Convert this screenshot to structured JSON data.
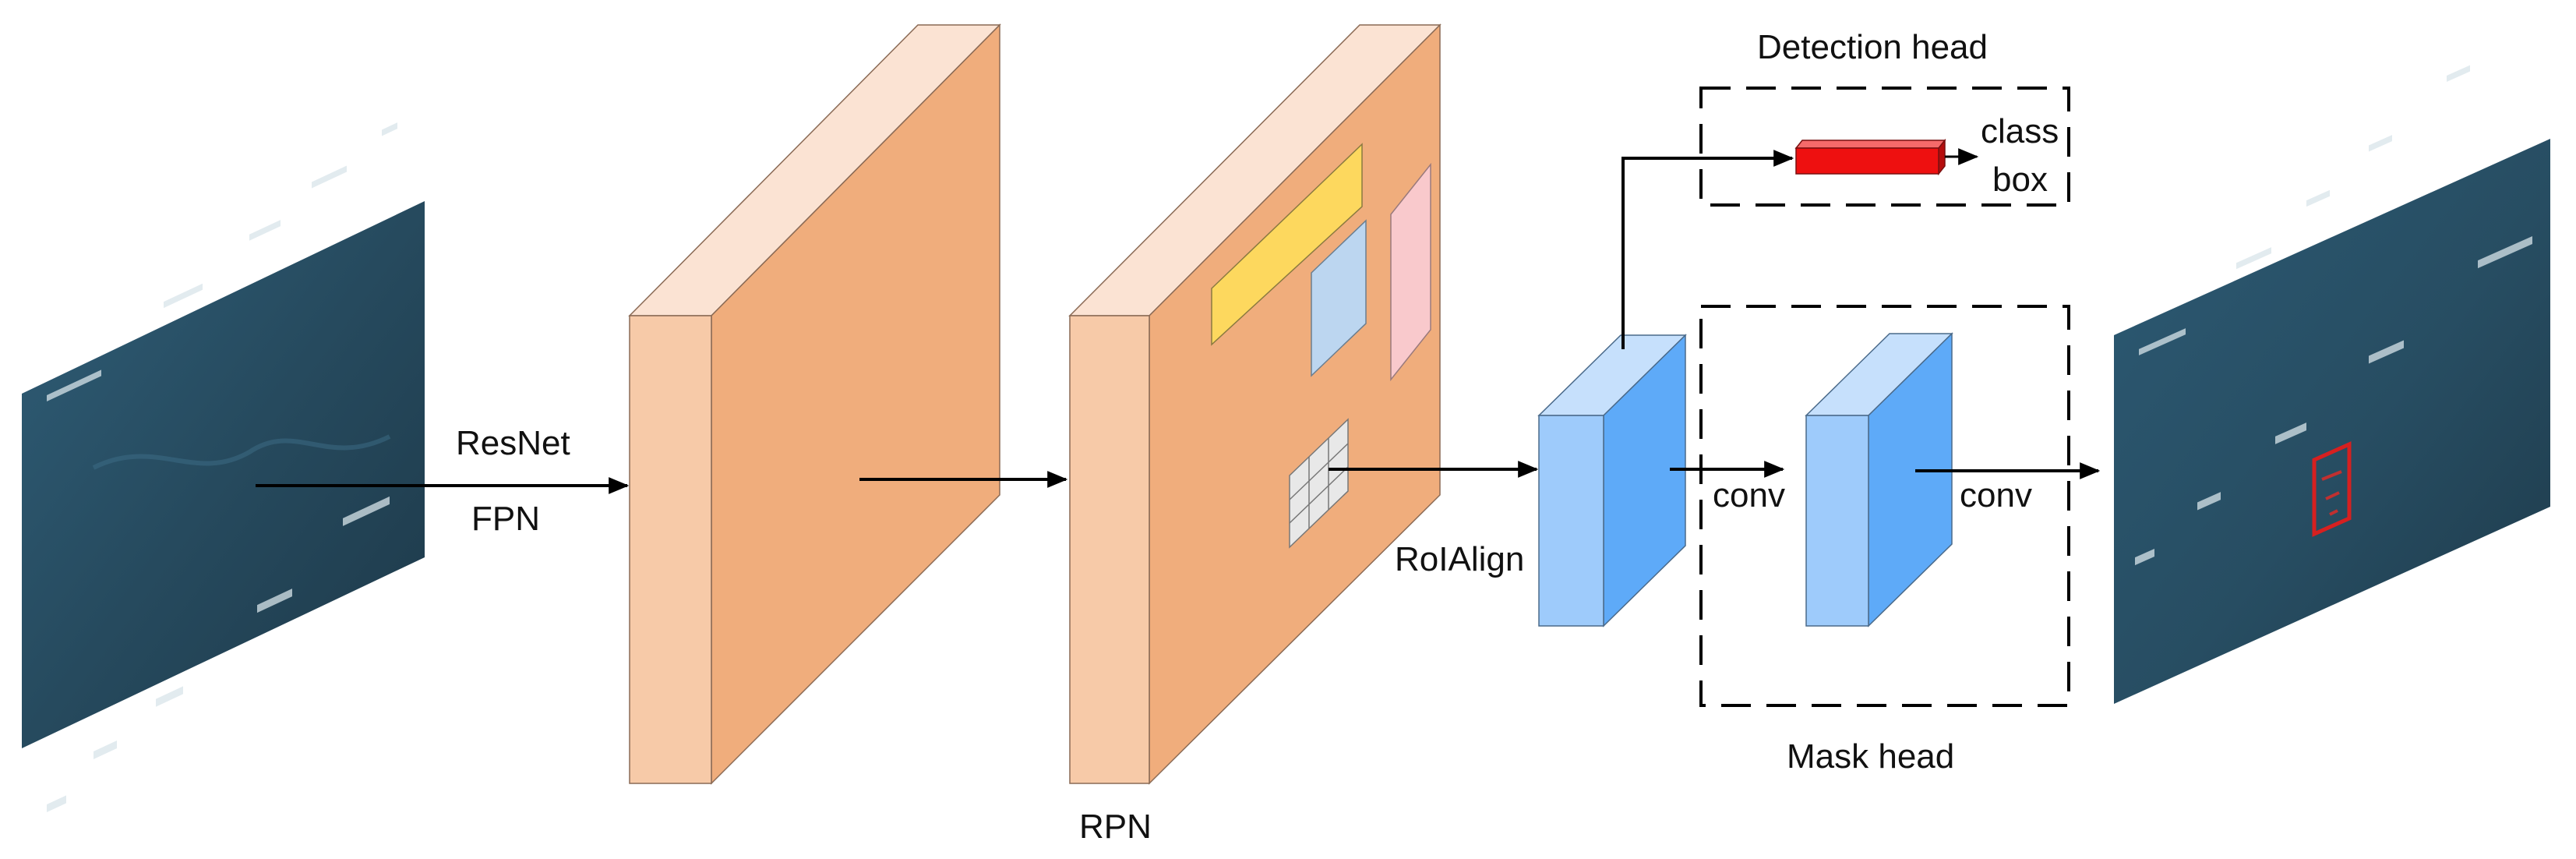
{
  "labels": {
    "resnet": "ResNet",
    "fpn": "FPN",
    "rpn": "RPN",
    "roialign": "RoIAlign",
    "conv1": "conv",
    "conv2": "conv",
    "detection_head": "Detection head",
    "mask_head": "Mask head",
    "class": "class",
    "box": "box"
  },
  "colors": {
    "feature_front": "#f7caa8",
    "feature_side": "#f0ad7c",
    "feature_top": "#fbe3d3",
    "rect_yellow": "#fdd85e",
    "rect_blue": "#bcd6f0",
    "rect_pink": "#f9c9cc",
    "conv_front": "#9ecbfb",
    "conv_side": "#5eaaf8",
    "conv_top": "#c6e0fc",
    "class_box": "#ee1010",
    "underwater": "#2a5166",
    "detection_box": "#d62020"
  },
  "icons": {
    "input_image": "underwater-image",
    "output_image": "underwater-image-with-detection"
  }
}
